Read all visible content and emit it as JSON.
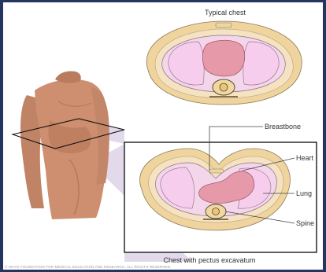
{
  "figure": {
    "typical_title": "Typical chest",
    "pectus_title": "Chest with pectus excavatum",
    "labels": {
      "breastbone": "Breastbone",
      "heart": "Heart",
      "lung": "Lung",
      "spine": "Spine"
    },
    "copyright": "© MAYO FOUNDATION FOR MEDICAL EDUCATION AND RESEARCH. ALL RIGHTS RESERVED."
  },
  "colors": {
    "background": "#24355f",
    "panel_border": "#1a1a1a",
    "rib_cage": "#f3d9a8",
    "cavity": "#f4dcea",
    "lung": "#f6ccee",
    "heart": "#e68fa0",
    "projection": "#c9bcd6",
    "skin": "#c98a6c"
  }
}
